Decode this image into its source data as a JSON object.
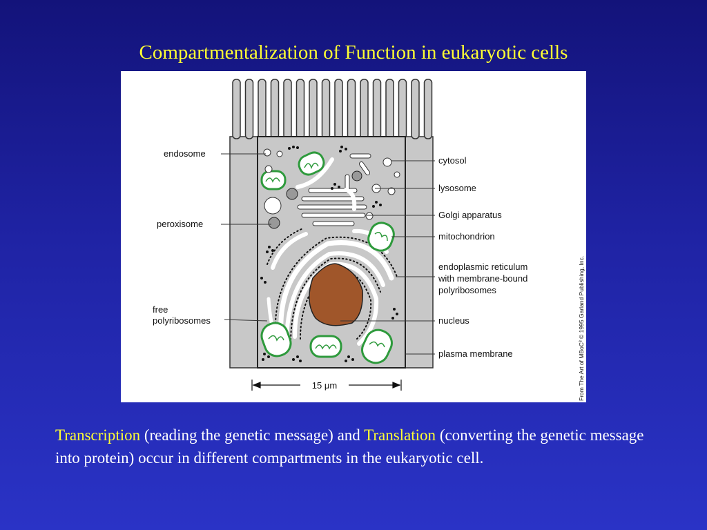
{
  "slide": {
    "title": "Compartmentalization of Function in eukaryotic cells"
  },
  "figure": {
    "labels_left": {
      "endosome": "endosome",
      "peroxisome": "peroxisome",
      "free_polyribosomes_1": "free",
      "free_polyribosomes_2": "polyribosomes"
    },
    "labels_right": {
      "cytosol": "cytosol",
      "lysosome": "lysosome",
      "golgi": "Golgi apparatus",
      "mitochondrion": "mitochondrion",
      "er_1": "endoplasmic reticulum",
      "er_2": "with membrane-bound",
      "er_3": "polyribosomes",
      "nucleus": "nucleus",
      "plasma_membrane": "plasma membrane"
    },
    "scale_bar": "15 μm",
    "credit": "From The Art of MBoC³ © 1995 Garland Publishing, Inc.",
    "colors": {
      "cytoplasm": "#c8c8c8",
      "nucleus": "#a0562a",
      "mitochondrion": "#2e9a3c"
    }
  },
  "caption": {
    "highlight_1": "Transcription",
    "text_1": " (reading the genetic message) and ",
    "highlight_2": "Translation",
    "text_2": " (converting the genetic message into protein) occur in different compartments in the eukaryotic cell."
  }
}
